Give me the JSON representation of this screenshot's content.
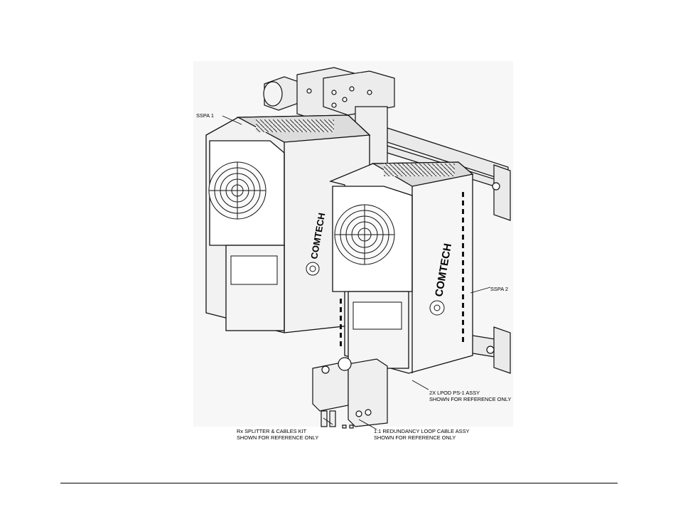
{
  "labels": {
    "sspa1": "SSPA 1",
    "sspa2": "SSPA 2",
    "lpod_line1": "2X LPOD PS-1 ASSY",
    "lpod_line2": "SHOWN FOR REFERENCE ONLY",
    "rx_line1": "Rx SPLITTER & CABLES KIT",
    "rx_line2": "SHOWN FOR REFERENCE ONLY",
    "loop_line1": "1:1 REDUNDANCY LOOP CABLE ASSY",
    "loop_line2": "SHOWN FOR REFERENCE ONLY"
  },
  "logo_text": "COMTECH"
}
